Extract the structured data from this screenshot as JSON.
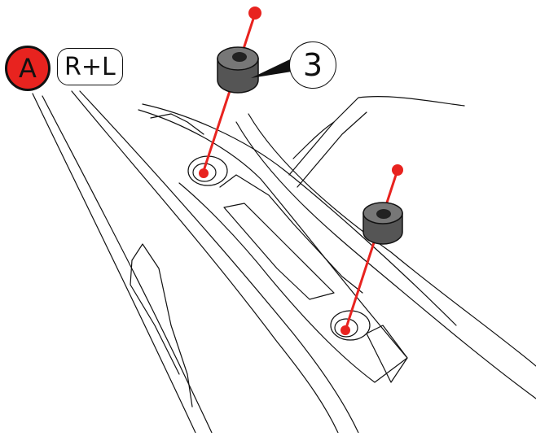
{
  "step": {
    "letter": "A",
    "color": "#e8231f"
  },
  "side": {
    "label": "R+L"
  },
  "callout": {
    "number": "3"
  },
  "colors": {
    "guide_line": "#e8231f",
    "part_fill": "#555555",
    "outline": "#111111"
  },
  "parts": [
    {
      "name": "spacer",
      "icon": "rubber-grommet-icon"
    },
    {
      "name": "spacer",
      "icon": "rubber-grommet-icon"
    }
  ]
}
